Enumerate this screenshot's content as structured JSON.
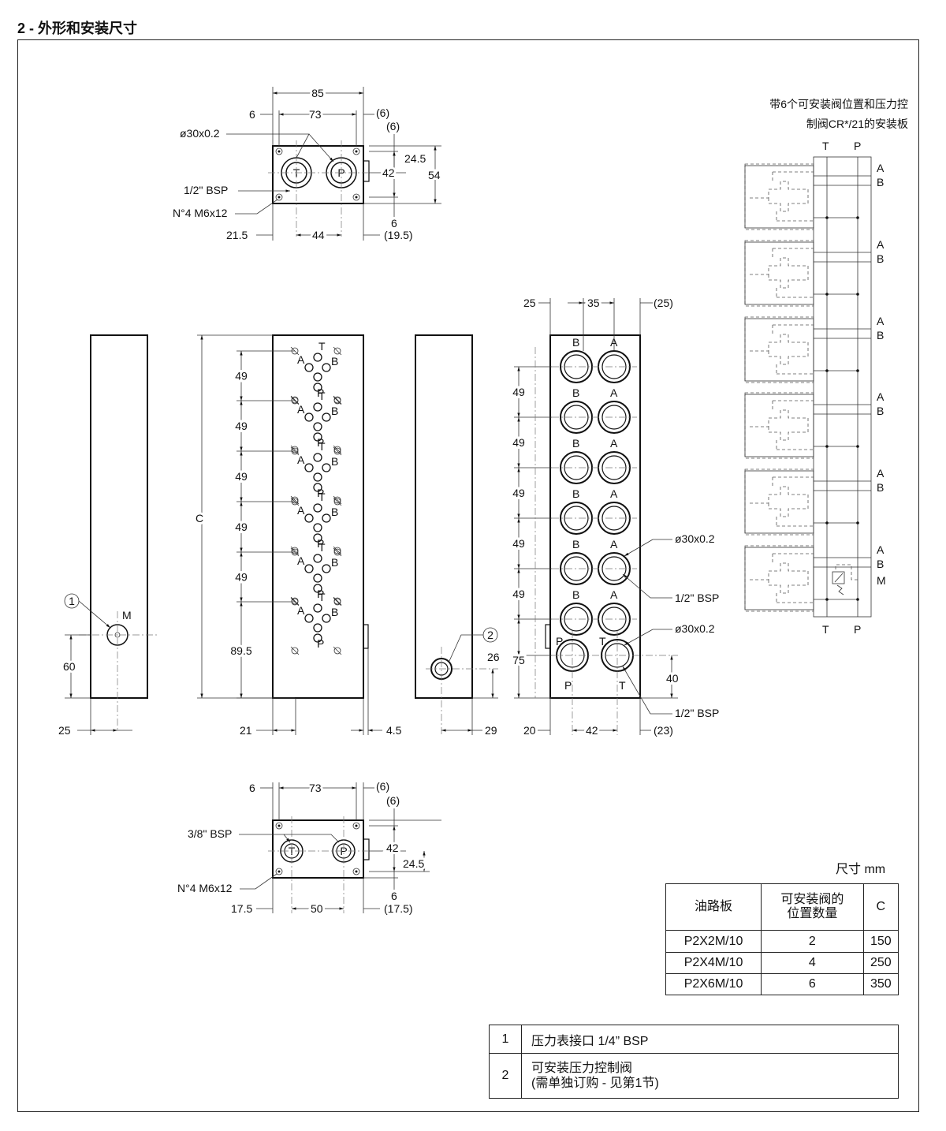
{
  "heading": "2 - 外形和安装尺寸",
  "top_view": {
    "dims": {
      "overall": "85",
      "left": "6",
      "mid": "73",
      "right": "(6)",
      "right_top": "(6)",
      "h1": "24.5",
      "h2": "42",
      "h3": "54",
      "bottom": "6",
      "b1": "21.5",
      "b2": "44",
      "b3": "(19.5)"
    },
    "diameter": "ø30x0.2",
    "thread": "1/2\" BSP",
    "screws": "N°4 M6x12",
    "port_t": "T",
    "port_p": "P"
  },
  "left_side_view": {
    "callout": "1",
    "port": "M",
    "dim_height": "60",
    "dim_width": "25"
  },
  "front_view": {
    "dim_c": "C",
    "pitches": [
      "49",
      "49",
      "49",
      "49",
      "49"
    ],
    "bottom_pitch": "89.5",
    "dim_left": "21",
    "dim_right": "4.5",
    "station_labels": {
      "t": "T",
      "a": "A",
      "b": "B",
      "p": "P"
    }
  },
  "right_side_view": {
    "callout": "2",
    "dim_height": "26",
    "dim_width": "29"
  },
  "rear_view": {
    "top_dims": [
      "25",
      "35",
      "(25)"
    ],
    "pitches": [
      "49",
      "49",
      "49",
      "49",
      "49"
    ],
    "bottom_pitch": "75",
    "diameter_a": "ø30x0.2",
    "thread_a": "1/2\" BSP",
    "diameter_b": "ø30x0.2",
    "thread_b": "1/2\" BSP",
    "dim_40": "40",
    "bottom_dims": [
      "20",
      "42",
      "(23)"
    ],
    "port_b": "B",
    "port_a": "A",
    "port_p": "P",
    "port_t": "T"
  },
  "bottom_view": {
    "dims": {
      "left": "6",
      "mid": "73",
      "right": "(6)",
      "right_top": "(6)",
      "h1": "42",
      "h2": "24.5",
      "bottom": "6",
      "b1": "17.5",
      "b2": "50",
      "b3": "(17.5)"
    },
    "thread": "3/8\" BSP",
    "screws": "N°4 M6x12",
    "port_t": "T",
    "port_p": "P"
  },
  "schematic": {
    "title_line1": "带6个可安装阀位置和压力控",
    "title_line2": "制阀CR*/21的安装板",
    "top_t": "T",
    "top_p": "P",
    "bottom_t": "T",
    "bottom_p": "P",
    "port_a": "A",
    "port_b": "B",
    "port_m": "M"
  },
  "units": "尺寸  mm",
  "size_table": {
    "headers": [
      "油路板",
      "可安装阀的\n位置数量",
      "C"
    ],
    "rows": [
      [
        "P2X2M/10",
        "2",
        "150"
      ],
      [
        "P2X4M/10",
        "4",
        "250"
      ],
      [
        "P2X6M/10",
        "6",
        "350"
      ]
    ]
  },
  "legend_table": {
    "rows": [
      [
        "1",
        "压力表接口 1/4” BSP"
      ],
      [
        "2",
        "可安装压力控制阀\n(需单独订购 - 见第1节)"
      ]
    ]
  }
}
